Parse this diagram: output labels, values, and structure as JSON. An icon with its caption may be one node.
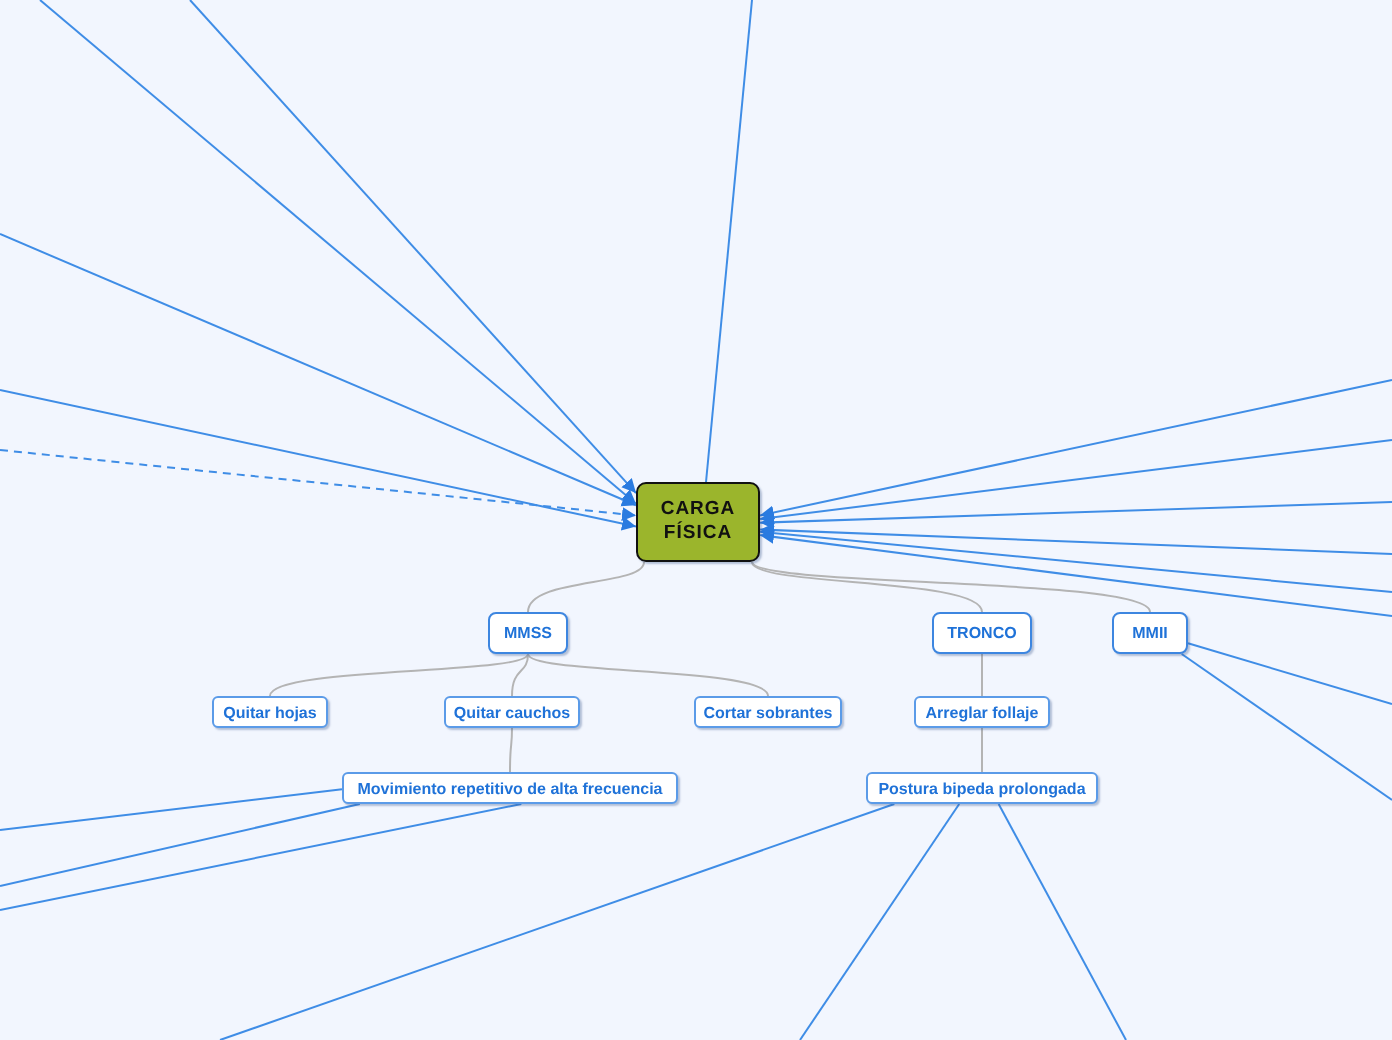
{
  "diagram": {
    "nodes": [
      {
        "text": [
          "CARGA FÍSICA"
        ]
      },
      {
        "text": [
          "MMSS"
        ]
      },
      {
        "text": [
          "TRONCO"
        ]
      },
      {
        "text": [
          "MMII"
        ]
      },
      {
        "text": [
          "Quitar hojas"
        ]
      },
      {
        "text": [
          "Quitar cauchos"
        ]
      },
      {
        "text": [
          "Cortar sobrantes"
        ]
      },
      {
        "text": [
          "Movimiento repetitivo de alta frecuencia"
        ]
      },
      {
        "text": [
          "Arreglar follaje"
        ]
      },
      {
        "text": [
          "Postura bipeda prolongada"
        ]
      }
    ],
    "edges": [
      {
        "from": 0,
        "to": 1,
        "arrow": "none",
        "color": "#b4b4b4"
      },
      {
        "from": 0,
        "to": 2,
        "arrow": "none",
        "color": "#b4b4b4"
      },
      {
        "from": 0,
        "to": 3,
        "arrow": "none",
        "color": "#b4b4b4"
      },
      {
        "from": 1,
        "to": 4,
        "arrow": "none",
        "color": "#b4b4b4"
      },
      {
        "from": 1,
        "to": 5,
        "arrow": "none",
        "color": "#b4b4b4"
      },
      {
        "from": 1,
        "to": 6,
        "arrow": "none",
        "color": "#b4b4b4"
      },
      {
        "from": 5,
        "to": 7,
        "arrow": "none",
        "color": "#b4b4b4"
      },
      {
        "from": 2,
        "to": 8,
        "arrow": "none",
        "color": "#b4b4b4"
      },
      {
        "from": 8,
        "to": 9,
        "arrow": "none",
        "color": "#b4b4b4"
      },
      {
        "from": null,
        "to": 0,
        "arrow": "none"
      },
      {
        "from": null,
        "to": 0,
        "arrow": "to"
      },
      {
        "from": null,
        "to": 0,
        "arrow": "to"
      },
      {
        "from": null,
        "to": 0,
        "arrow": "to"
      },
      {
        "from": null,
        "to": 0,
        "arrow": "to"
      },
      {
        "from": null,
        "to": 0,
        "arrow": "to",
        "style": "dashed"
      },
      {
        "from": null,
        "to": 0,
        "arrow": "to"
      },
      {
        "from": null,
        "to": 0,
        "arrow": "to"
      },
      {
        "from": null,
        "to": 0,
        "arrow": "to"
      },
      {
        "from": null,
        "to": 0,
        "arrow": "to"
      },
      {
        "from": null,
        "to": 0,
        "arrow": "to"
      },
      {
        "from": null,
        "to": 0,
        "arrow": "to"
      },
      {
        "from": 3,
        "to": null,
        "arrow": "none"
      },
      {
        "from": 3,
        "to": null,
        "arrow": "none"
      },
      {
        "from": 7,
        "to": null,
        "arrow": "none"
      },
      {
        "from": 7,
        "to": null,
        "arrow": "none"
      },
      {
        "from": 7,
        "to": null,
        "arrow": "none"
      },
      {
        "from": 9,
        "to": null,
        "arrow": "none"
      },
      {
        "from": 9,
        "to": null,
        "arrow": "none"
      },
      {
        "from": 9,
        "to": null,
        "arrow": "none"
      }
    ]
  }
}
